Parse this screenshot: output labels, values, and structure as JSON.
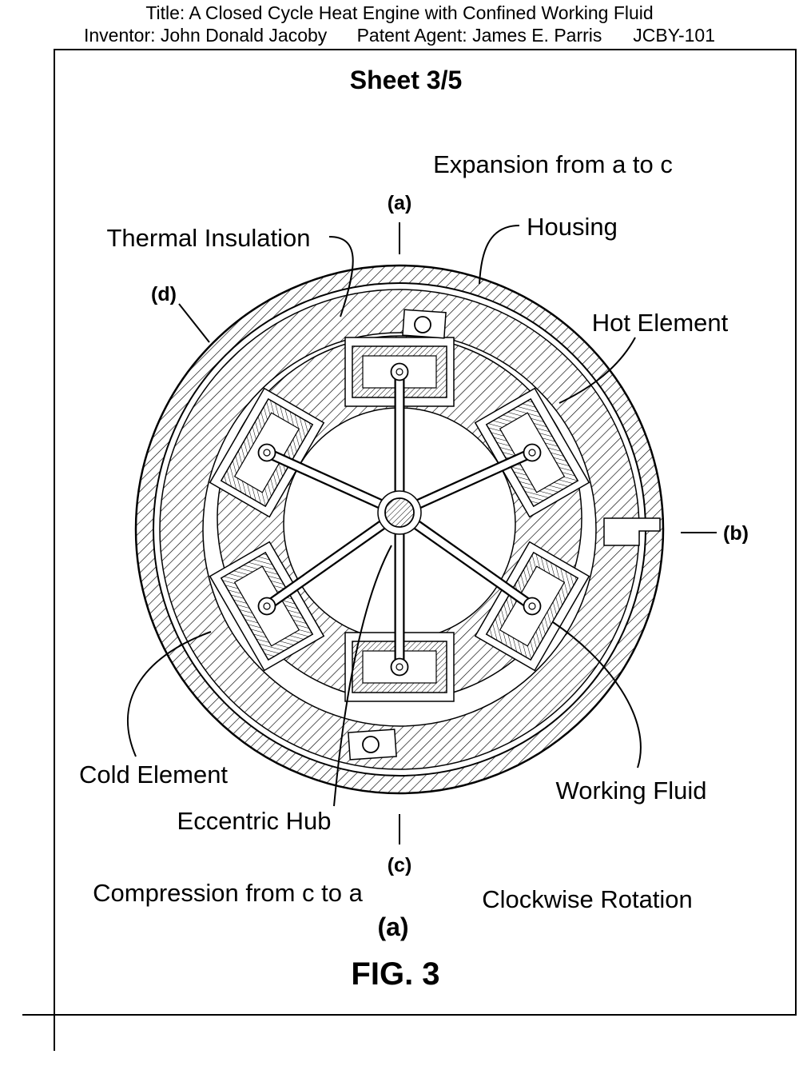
{
  "colors": {
    "ink": "#000000",
    "paper": "#ffffff"
  },
  "header": {
    "title": "Title: A Closed Cycle Heat Engine with Confined Working Fluid",
    "inventor": "Inventor: John Donald Jacoby",
    "patent_agent": "Patent Agent: James E. Parris",
    "docket": "JCBY-101"
  },
  "sheet": {
    "label": "Sheet 3/5"
  },
  "figure": {
    "caption": "FIG. 3",
    "sub_caption": "(a)"
  },
  "annotations": {
    "expansion": "Expansion from a to c",
    "compression": "Compression from c to a",
    "rotation": "Clockwise Rotation",
    "thermal_insulation": "Thermal Insulation",
    "housing": "Housing",
    "hot_element": "Hot Element",
    "cold_element": "Cold Element",
    "eccentric_hub": "Eccentric Hub",
    "working_fluid": "Working Fluid",
    "ref_a": "(a)",
    "ref_b": "(b)",
    "ref_c": "(c)",
    "ref_d": "(d)"
  }
}
